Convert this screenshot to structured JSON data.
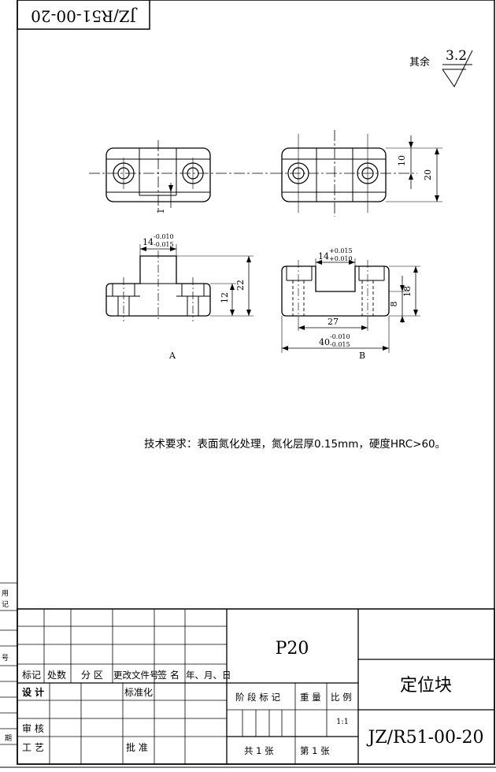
{
  "drawing_number": "JZ/R51-00-20",
  "drawing_number_top_mirrored": "JZ/R51-00-20",
  "surface_roughness": {
    "prefix": "其余",
    "value": "3.2"
  },
  "views": {
    "front_a_label": "A",
    "section_b_label": "B"
  },
  "dimensions": {
    "top_10": "10",
    "top_20": "20",
    "top_1": "1",
    "a_14": "14",
    "a_14_tol_upper": "-0.010",
    "a_14_tol_lower": "-0.015",
    "a_12": "12",
    "a_22": "22",
    "b_14": "14",
    "b_14_tol_upper": "+0.015",
    "b_14_tol_lower": "+0.010",
    "b_18": "18",
    "b_8": "8",
    "b_27": "27",
    "b_40": "40",
    "b_40_tol_upper": "-0.010",
    "b_40_tol_lower": "-0.015"
  },
  "technical_requirements": "技术要求：表面氮化处理，氮化层厚0.15mm，硬度HRC>60。",
  "title_block": {
    "material": "P20",
    "part_name": "定位块",
    "drawing_number": "JZ/R51-00-20",
    "headers": {
      "mark": "标记",
      "count": "处数",
      "zone": "分 区",
      "change_doc": "更改文件号",
      "signature": "签 名",
      "date": "年、月、日"
    },
    "design": "设 计",
    "standardization": "标准化",
    "review": "审 核",
    "process": "工 艺",
    "approve": "批 准",
    "stage_mark": "阶 段 标 记",
    "weight": "重 量",
    "scale": "比 例",
    "scale_value": "1:1",
    "total_sheets": "共 1  张",
    "sheet_no": "第  1 张"
  },
  "side_margin": {
    "yong": "用",
    "ji": "记",
    "hao": "号",
    "qi": "期"
  }
}
